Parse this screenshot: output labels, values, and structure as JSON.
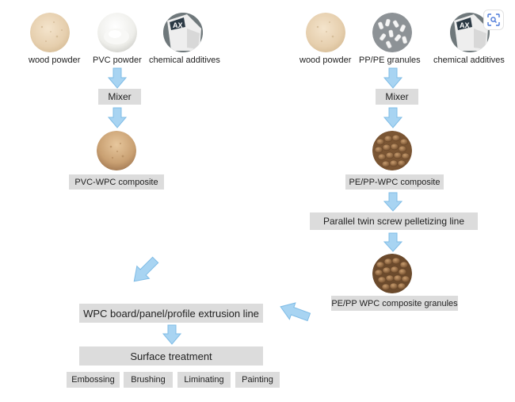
{
  "left": {
    "inputs": [
      "wood powder",
      "PVC powder",
      "chemical additives"
    ],
    "mixer": "Mixer",
    "composite": "PVC-WPC composite"
  },
  "right": {
    "inputs": [
      "wood powder",
      "PP/PE granules",
      "chemical additives"
    ],
    "mixer": "Mixer",
    "composite": "PE/PP-WPC composite",
    "pelletizing": "Parallel twin screw pelletizing line",
    "granules": "PE/PP WPC composite granules"
  },
  "extrusion": "WPC board/panel/profile extrusion line",
  "surface": "Surface treatment",
  "treatments": [
    "Embossing",
    "Brushing",
    "Liminating",
    "Painting"
  ],
  "colors": {
    "arrow": "#a8d4f2",
    "arrow_stroke": "#7fbce6",
    "box": "#dcdcdc"
  },
  "icons": [
    "lens-search-icon"
  ]
}
